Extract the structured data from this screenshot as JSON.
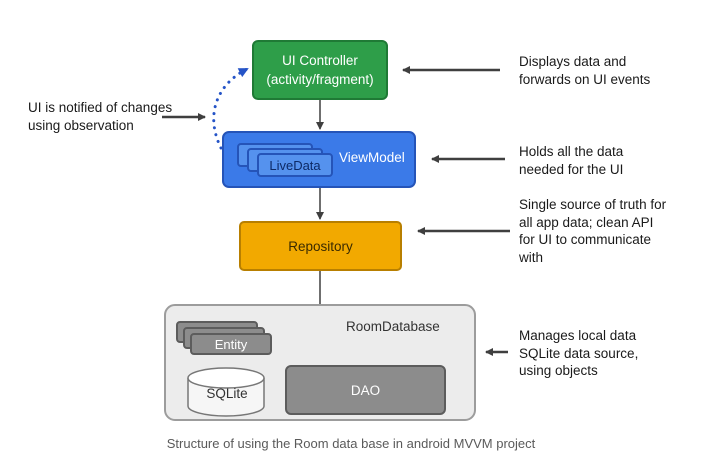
{
  "diagram": {
    "ui_controller": {
      "line1": "UI Controller",
      "line2": "(activity/fragment)",
      "color": "#2e9e49"
    },
    "viewmodel": {
      "label": "ViewModel",
      "livedata_label": "LiveData",
      "color": "#3b7ae8"
    },
    "repository": {
      "label": "Repository",
      "color": "#f2a900"
    },
    "room_database": {
      "label": "RoomDatabase",
      "entity_label": "Entity",
      "dao_label": "DAO",
      "sqlite_label": "SQLite"
    },
    "notes": {
      "observation": [
        "UI is notified of changes",
        "using observation"
      ],
      "ui_controller": [
        "Displays data and",
        "forwards on UI events"
      ],
      "viewmodel": [
        "Holds all the data",
        "needed for the UI"
      ],
      "repository": [
        "Single source of truth for",
        "all app data; clean API",
        "for UI to communicate",
        "with"
      ],
      "room": [
        "Manages local data",
        "SQLite data source,",
        "using objects"
      ]
    },
    "caption": "Structure of using the Room data base in android MVVM project",
    "observation_arrow_color": "#2554c7"
  }
}
